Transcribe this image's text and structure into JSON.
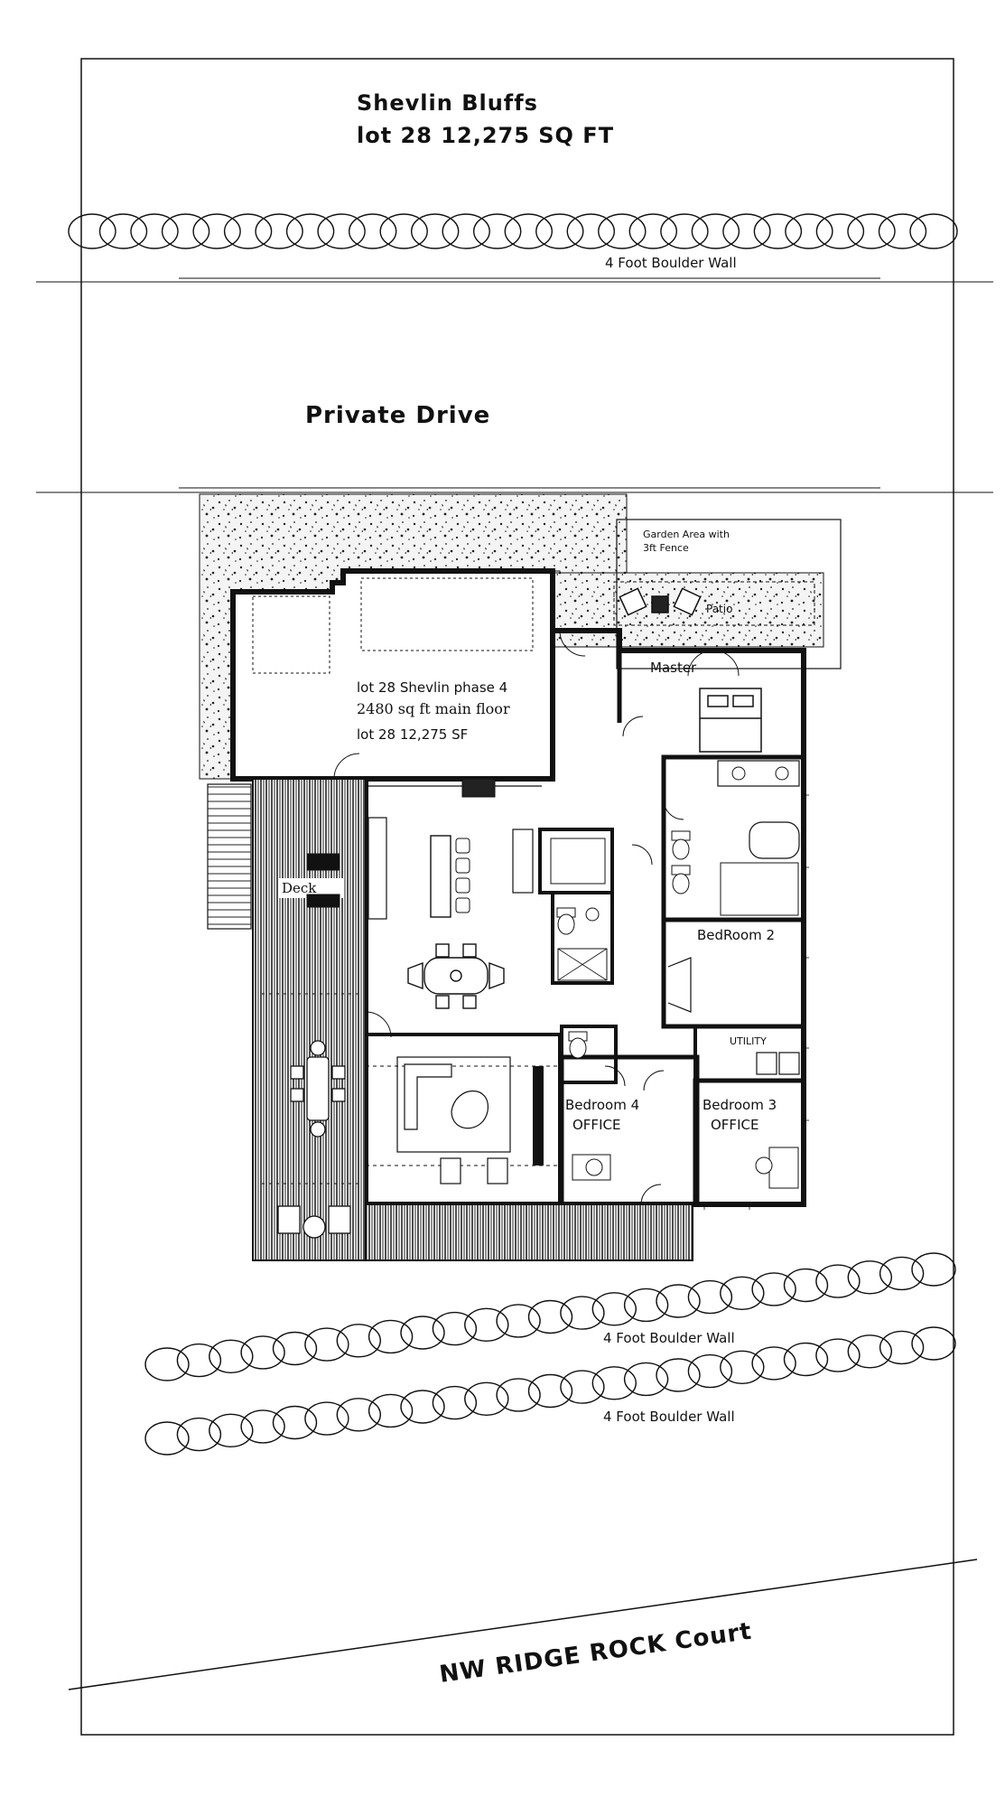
{
  "header": {
    "title_line1": "Shevlin Bluffs",
    "title_line2": "lot 28 12,275 SQ FT"
  },
  "walls": {
    "top_label": "4 Foot Boulder Wall",
    "middle_label": "4 Foot Boulder Wall",
    "bottom_label": "4 Foot Boulder Wall"
  },
  "drive_label": "Private Drive",
  "garden_label_line1": "Garden Area with",
  "garden_label_line2": "3ft Fence",
  "patio_label": "Patio",
  "house": {
    "name": "lot 28 Shevlin phase 4",
    "area": "2480 sq ft main floor",
    "lot_area": "lot 28 12,275 SF"
  },
  "rooms": {
    "master": "Master",
    "bedroom2": "BedRoom 2",
    "utility": "UTILITY",
    "bedroom4_line1": "Bedroom 4",
    "bedroom4_line2": "OFFICE",
    "bedroom3_line1": "Bedroom 3",
    "bedroom3_line2": "OFFICE",
    "deck": "Deck"
  },
  "street_label": "NW RIDGE ROCK Court",
  "colors": {
    "ink": "#111111",
    "paper": "#ffffff",
    "gravel_bg": "#f1f1f1",
    "deck_hatch": "#333333"
  }
}
